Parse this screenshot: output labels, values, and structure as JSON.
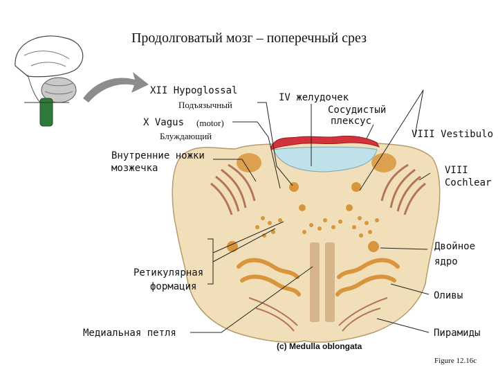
{
  "title": "Продолговатый мозг – поперечный срез",
  "labels": {
    "xii_hypoglossal": "XII Hypoglossal",
    "xii_ru": "Подъязычный",
    "x_vagus": "X Vagus",
    "x_motor": "(motor)",
    "x_ru": "Блуждающий",
    "cerebellar_peduncles_1": "Внутренние ножки",
    "cerebellar_peduncles_2": "мозжечка",
    "iv_ventricle": "IV желудочек",
    "choroid_plexus_1": "Сосудистый",
    "choroid_plexus_2": "плексус",
    "viii_vestibular": "VIII Vestibulo",
    "viii_cochlear_1": "VIII",
    "viii_cochlear_2": "Cochlear",
    "nucleus_ambiguus_1": "Двойное",
    "nucleus_ambiguus_2": "ядро",
    "reticular_1": "Ретикулярная",
    "reticular_2": "формация",
    "olives": "Оливы",
    "medial_lemniscus": "Медиальная петля",
    "pyramids": "Пирамиды"
  },
  "caption": "(c) Medulla oblongata",
  "figure_ref": "Figure 12.16c",
  "colors": {
    "tissue": "#f1dfb9",
    "nuclei": "#d9953c",
    "plexus": "#d2323a",
    "ventricle": "#bfe2ea",
    "arrow": "#8c8c8c"
  }
}
